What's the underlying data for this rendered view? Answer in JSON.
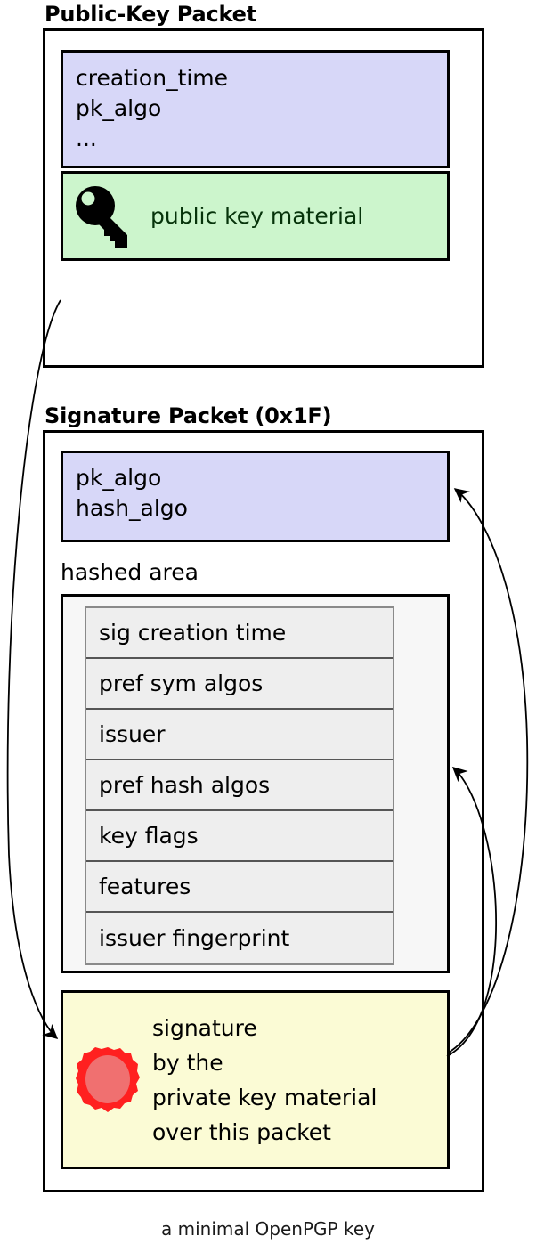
{
  "caption": "a minimal OpenPGP key",
  "colors": {
    "header_fill": "#d7d7f8",
    "key_material_fill": "#ccf5cc",
    "hashed_area_fill": "#f7f7f7",
    "subpacket_fill": "#eeeeee",
    "signature_fill": "#fbfbd5",
    "seal_ring": "#ff2020",
    "seal_center": "#f07070",
    "outline": "#000000",
    "key_material_text": "#06330a"
  },
  "public_key_packet": {
    "title": "Public-Key Packet",
    "header_fields": "creation_time\npk_algo\n...",
    "key_material": {
      "icon": "key-icon",
      "label": "public key material"
    }
  },
  "signature_packet": {
    "title": "Signature Packet (0x1F)",
    "algo_fields": "pk_algo\nhash_algo",
    "hashed_area_label": "hashed area",
    "subpackets": [
      "sig creation time",
      "pref sym algos",
      "issuer",
      "pref hash algos",
      "key flags",
      "features",
      "issuer fingerprint"
    ],
    "signature_value": {
      "icon": "wax-seal-icon",
      "text": "signature\nby the\nprivate key material\nover this packet"
    }
  },
  "arrows": [
    {
      "name": "arrow-pubkey-to-signature",
      "from": "public-key-packet",
      "to": "signature-value-box"
    },
    {
      "name": "arrow-signature-to-algo-fields",
      "from": "signature-value-box",
      "to": "signature-algo-box"
    },
    {
      "name": "arrow-signature-to-hashed-area",
      "from": "signature-value-box",
      "to": "hashed-area-box"
    }
  ]
}
